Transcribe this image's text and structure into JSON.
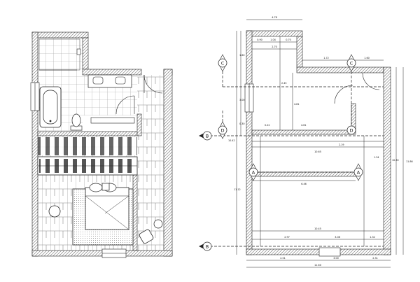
{
  "dimensions": {
    "top_width": "4.78",
    "bath_run": [
      "0.90",
      "1.04",
      "0.70"
    ],
    "bath_run_b": "2.70",
    "upper_right": [
      "1.72",
      "1.60"
    ],
    "left_heights": [
      "1.60",
      "3.00",
      "0.30"
    ],
    "left_outer": "10.42",
    "left_lower": "11.12",
    "upper_verticals": [
      "2.45",
      "4.81"
    ],
    "mid_row": [
      "0.22",
      "4.61",
      "2.19"
    ],
    "wardrobe_span": "10.65",
    "wardrobe_depth": "1.34",
    "bedroom_span": "6.46",
    "right_height": "10.35",
    "right_outer": "11.86",
    "bottom_row": [
      "2.97",
      "3.08",
      "1.32"
    ],
    "bottom_mid": "10.45",
    "base_row": [
      "2.01",
      "3.00",
      "2.31"
    ],
    "base_total": "11.60"
  },
  "section_markers": {
    "a": "A",
    "b": "B",
    "c": "C",
    "d": "D"
  }
}
